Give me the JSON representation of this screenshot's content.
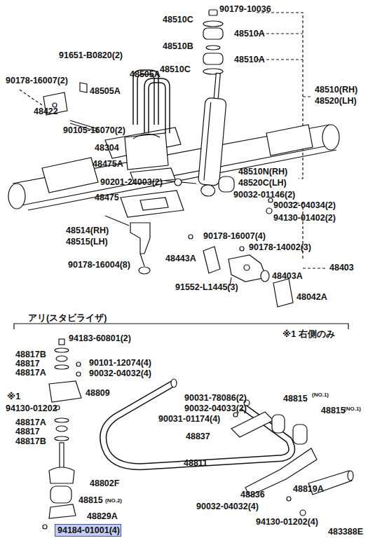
{
  "diagram": {
    "nodes": [
      {
        "text": [
          "94184-01001(4)"
        ]
      }
    ],
    "labels": [
      "90179-10036",
      "48510C",
      "48510A",
      "48510B",
      "48510A",
      "91651-B0820(2)",
      "48505A",
      "90178-16007(2)",
      "48505A",
      "48510C",
      "48510(RH)",
      "48520(LH)",
      "48422",
      "90105-16070(2)",
      "48304",
      "48475A",
      "48510N(RH)",
      "90201-24003(2)",
      "48520C(LH)",
      "48475",
      "90032-01146(2)",
      "90032-04034(2)",
      "94130-01402(2)",
      "48514(RH)",
      "48515(LH)",
      "90178-16007(4)",
      "90178-14002(3)",
      "48443A",
      "48403",
      "48403A",
      "90178-16004(8)",
      "91552-L1445(3)",
      "48042A",
      "アリ(スタビライザ)",
      "※1 右側のみ",
      "94183-60801(2)",
      "48817B",
      "48817",
      "90101-12074(4)",
      "48817A",
      "90032-04032(4)",
      "48809",
      "※1",
      "94130-01202",
      "90031-78086(2)",
      "48815",
      "(NO.1)",
      "90032-04033(2)",
      "48815",
      "(NO.1)",
      "90031-01174(4)",
      "48817A",
      "48817",
      "48817B",
      "48837",
      "48811",
      "48802F",
      "48836",
      "90032-04032(4)",
      "48819A",
      "48815",
      "(NO.2)",
      "48829A",
      "94130-01202(4)",
      "483388E"
    ]
  }
}
